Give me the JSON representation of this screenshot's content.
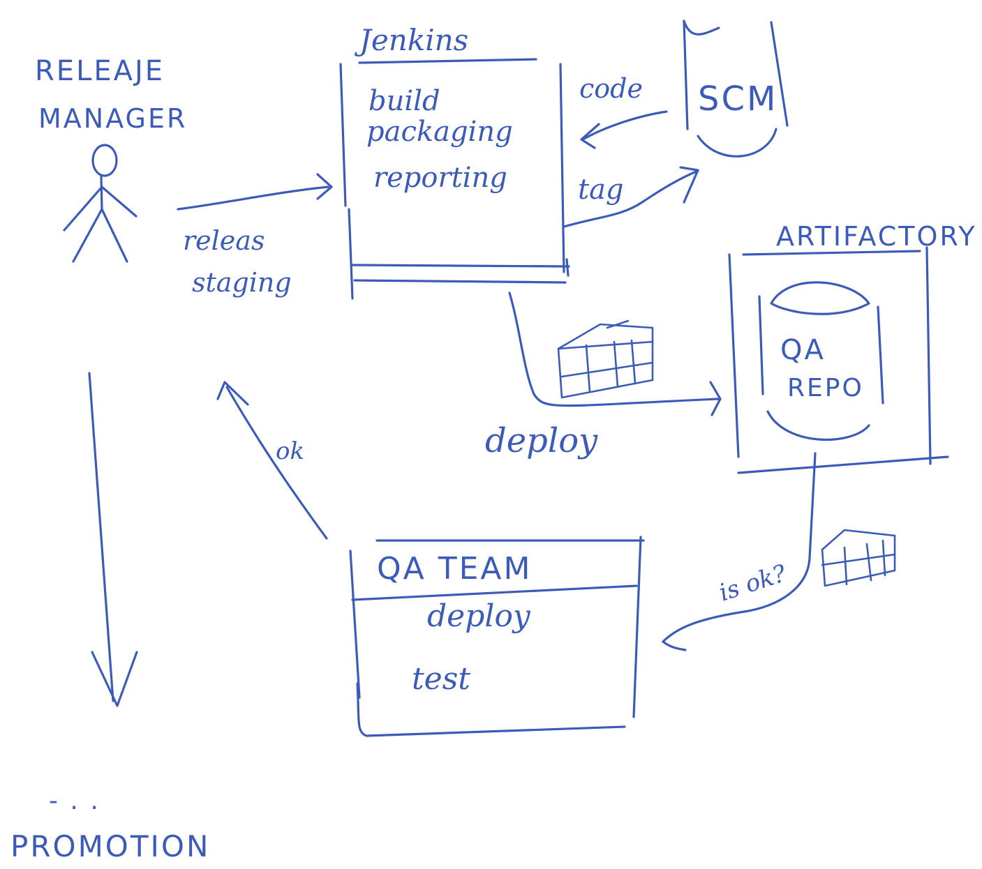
{
  "actor": {
    "label_line1": "RELEAJE",
    "label_line2": "MANAGER"
  },
  "jenkins": {
    "title": "Jenkins",
    "line1": "build",
    "line2": "packaging",
    "line3": "reporting"
  },
  "scm": {
    "label": "SCM",
    "edge_code": "code",
    "edge_tag": "tag"
  },
  "release_edge": {
    "line1": "releas",
    "line2": "staging"
  },
  "artifactory": {
    "title": "ARTIFACTORY",
    "repo_line1": "QA",
    "repo_line2": "REPO"
  },
  "deploy_edge": {
    "label": "deploy"
  },
  "qa_team": {
    "title": "QA TEAM",
    "line1": "deploy",
    "line2": "test"
  },
  "ok_edge": {
    "label": "ok"
  },
  "is_ok_edge": {
    "label": "is ok?"
  },
  "promotion": {
    "dots": "- . .",
    "label": "PROMOTION"
  },
  "colors": {
    "ink": "#3c5bb8",
    "paper": "#ffffff"
  }
}
